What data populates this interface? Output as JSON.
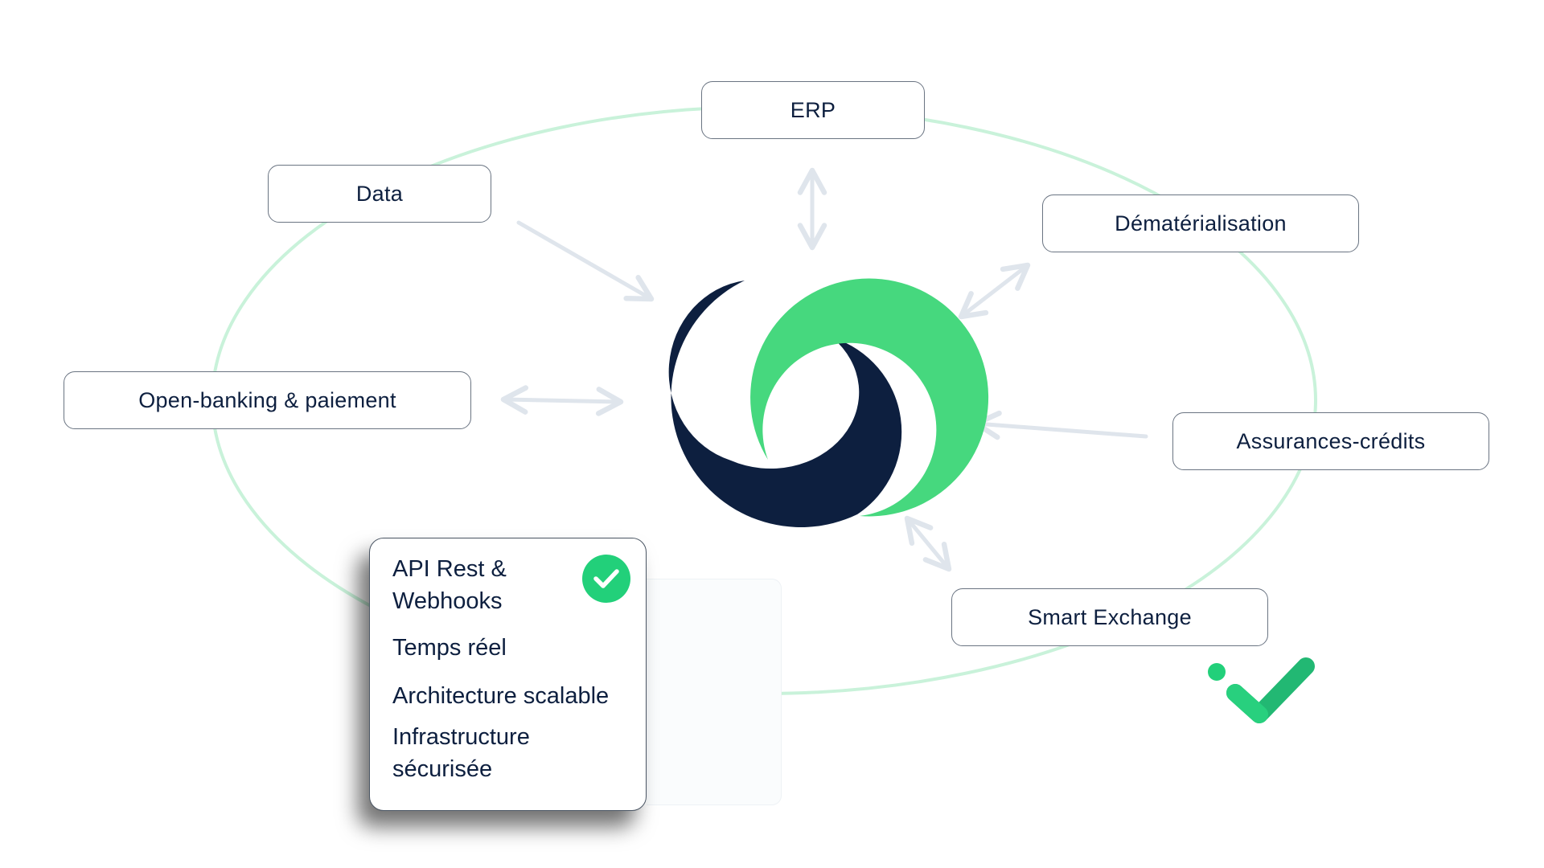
{
  "nodes": {
    "erp": "ERP",
    "data": "Data",
    "dematerialisation": "Dématérialisation",
    "open_banking": "Open-banking & paiement",
    "assurances": "Assurances-crédits",
    "smart_exchange": "Smart Exchange"
  },
  "features": {
    "item1_line1": "API Rest &",
    "item1_line2": "Webhooks",
    "item2": "Temps réel",
    "item3": "Architecture scalable",
    "item4_line1": "Infrastructure",
    "item4_line2": "sécurisée"
  },
  "icons": {
    "hub": "hub-logo-icon",
    "check": "check-circle-icon",
    "decorative_check": "check-mark-icon"
  },
  "colors": {
    "navy": "#0d1f3f",
    "green": "#46d87e",
    "ring": "#c9f2da",
    "arrow": "#dfe5ec",
    "check_green": "#22d07a"
  }
}
